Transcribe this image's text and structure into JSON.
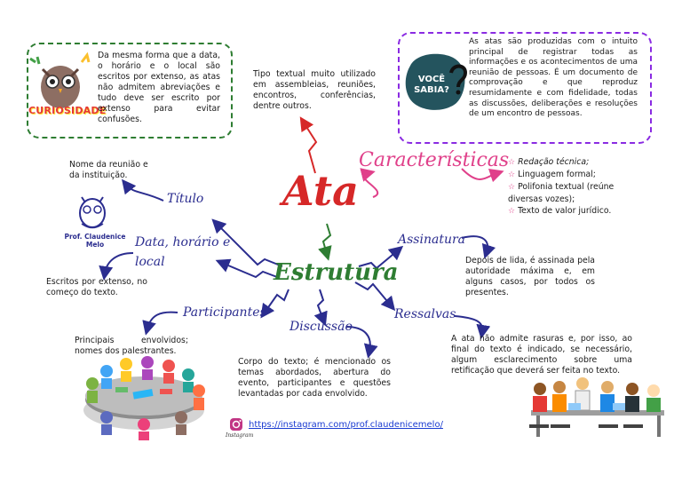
{
  "center": {
    "title": "Ata"
  },
  "caracteristicas": {
    "label": "Características",
    "items": [
      "Redação técnica;",
      "Linguagem formal;",
      "Polifonia textual (reúne diversas vozes);",
      "Texto de valor jurídico."
    ]
  },
  "estrutura": {
    "label": "Estrutura"
  },
  "topo": {
    "text": "Tipo textual muito utilizado em assembleias, reuniões, encontros, conferências, dentre outros."
  },
  "curiosidade": {
    "badge": "CURIOSIDADE",
    "text": "Da mesma forma que a data, o horário e o local são escritos por extenso, as atas não admitem abreviações e tudo deve ser escrito por extenso para evitar confusões."
  },
  "voce_sabia": {
    "badge_line1": "VOCÊ",
    "badge_line2": "SABIA?",
    "text": "As atas são produzidas com o intuito principal de registrar todas as informações e os acontecimentos de uma reunião de pessoas. É um documento de comprovação e que reproduz resumidamente e com fidelidade, todas as discussões, deliberações e resoluções de um encontro de pessoas."
  },
  "titulo": {
    "label": "Título",
    "text": "Nome da reunião e da instituição."
  },
  "logo": {
    "caption": "Prof. Claudenice Melo"
  },
  "data_horario": {
    "label_line1": "Data, horário e",
    "label_line2": "local",
    "text": "Escritos por extenso, no começo do texto."
  },
  "participantes": {
    "label": "Participantes",
    "text": "Principais envolvidos; nomes dos palestrantes."
  },
  "discussao": {
    "label": "Discussão",
    "text": "Corpo do texto; é mencionado os temas abordados, abertura do evento, participantes e questões levantadas por cada envolvido."
  },
  "assinatura": {
    "label": "Assinatura",
    "text": "Depois de lida, é assinada pela autoridade máxima e, em alguns casos, por todos os presentes."
  },
  "ressalvas": {
    "label": "Ressalvas",
    "text": "A ata não admite rasuras e, por isso, ao final do texto é indicado, se necessário, algum esclarecimento sobre uma retificação que deverá ser feita no texto."
  },
  "instagram": {
    "url": "https://instagram.com/prof.claudenicemelo/",
    "caption": "Instagram"
  },
  "colors": {
    "red": "#d62828",
    "pink": "#e0408a",
    "green": "#2e7d32",
    "navy": "#2b2d8f",
    "purple": "#8a2be2"
  },
  "icons": [
    "owl-icon",
    "question-icon",
    "instagram-icon",
    "meeting-illustration",
    "office-illustration",
    "logo-owl-icon"
  ]
}
